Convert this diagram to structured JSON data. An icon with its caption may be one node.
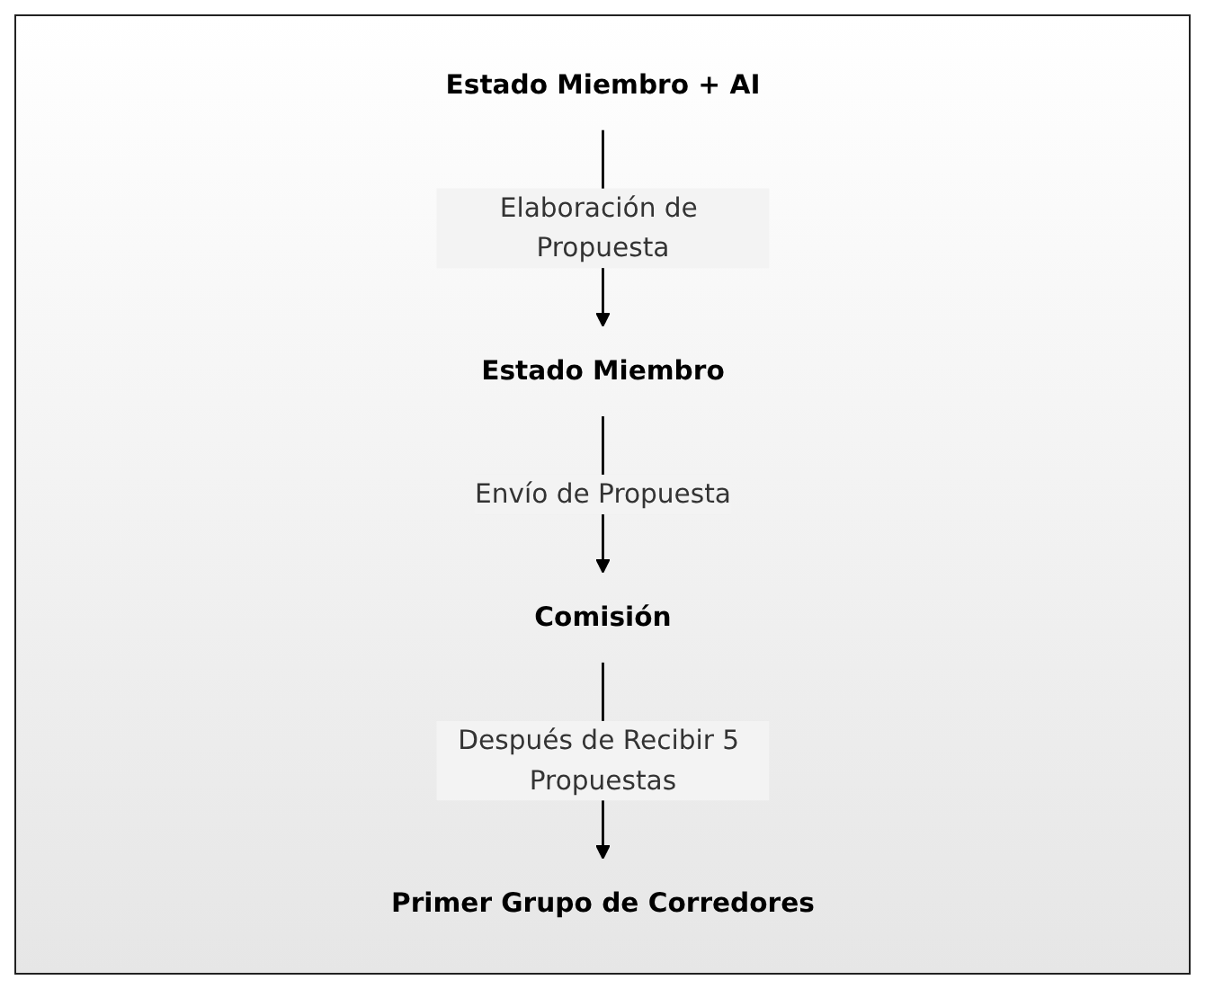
{
  "diagram": {
    "nodes": [
      {
        "text": [
          "Estado Miembro + AI"
        ]
      },
      {
        "text": [
          "Estado Miembro"
        ]
      },
      {
        "text": [
          "Comisión"
        ]
      },
      {
        "text": [
          "Primer Grupo de Corredores"
        ]
      }
    ],
    "edges": [
      {
        "from": 0,
        "to": 1,
        "arrow": "to",
        "label": "Elaboración de Propuesta"
      },
      {
        "from": 1,
        "to": 2,
        "arrow": "to",
        "label": "Envío de Propuesta"
      },
      {
        "from": 2,
        "to": 3,
        "arrow": "to",
        "label": "Después de Recibir 5 Propuestas"
      }
    ]
  }
}
